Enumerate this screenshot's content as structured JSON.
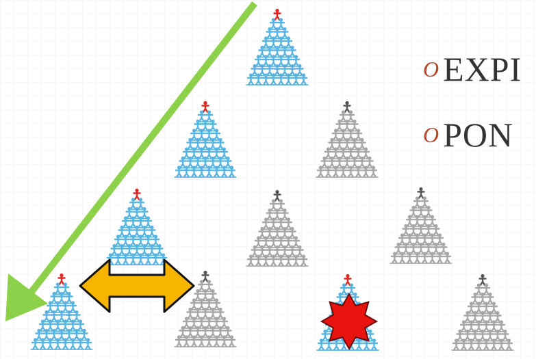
{
  "bullets": [
    {
      "marker": "O",
      "text": "EXPI"
    },
    {
      "marker": "O",
      "text": "PON"
    }
  ],
  "colors": {
    "blue_figure": "#56b4e2",
    "gray_figure": "#a6a6a6",
    "red_head": "#e0241f",
    "dark_head": "#555555",
    "arrow_green": "#8dd04a",
    "arrow_gold": "#f7b500",
    "star_red": "#e8130f",
    "bullet_marker": "#b5462a",
    "text": "#333333"
  },
  "icons": {
    "person": "person-figure-icon",
    "diagonal_arrow": "green-diagonal-arrow",
    "double_arrow": "gold-double-arrow",
    "star": "red-star"
  },
  "pyramids": [
    {
      "id": "p1",
      "color": "blue"
    },
    {
      "id": "p2",
      "color": "blue"
    },
    {
      "id": "p3",
      "color": "gray"
    },
    {
      "id": "p4",
      "color": "blue"
    },
    {
      "id": "p5",
      "color": "gray"
    },
    {
      "id": "p6",
      "color": "gray"
    },
    {
      "id": "p7",
      "color": "blue"
    },
    {
      "id": "p8",
      "color": "gray"
    },
    {
      "id": "p9",
      "color": "blue"
    },
    {
      "id": "p10",
      "color": "gray"
    }
  ]
}
